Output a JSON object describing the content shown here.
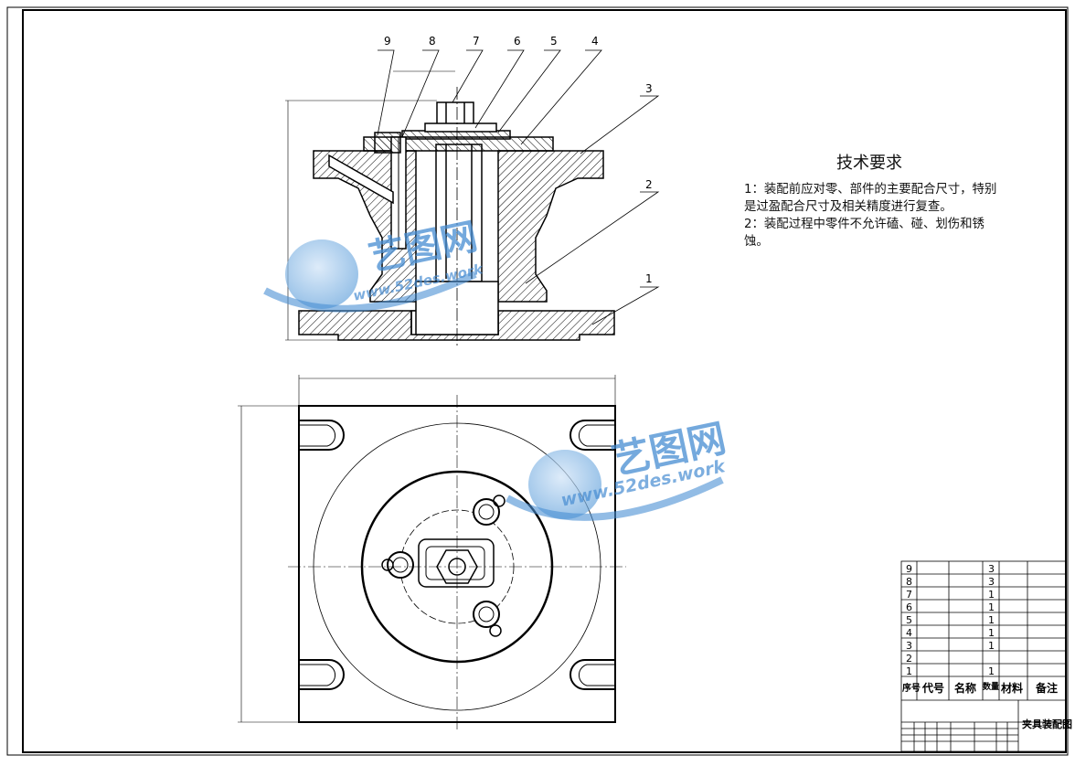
{
  "technical_requirements": {
    "title": "技术要求",
    "lines": [
      "1：装配前应对零、部件的主要配合尺寸，特别",
      "是过盈配合尺寸及相关精度进行复查。",
      "2：装配过程中零件不允许磕、碰、划伤和锈",
      "蚀。"
    ]
  },
  "balloons": [
    "9",
    "8",
    "7",
    "6",
    "5",
    "4",
    "3",
    "2",
    "1"
  ],
  "watermarks": {
    "top": {
      "cn": "艺图网",
      "en": "www.52des.work"
    },
    "middle": {
      "cn": "艺图网",
      "en": "www.52des.work"
    }
  },
  "bom": {
    "row_numbers": [
      "9",
      "8",
      "7",
      "6",
      "5",
      "4",
      "3",
      "2",
      "1"
    ],
    "quantities": [
      "3",
      "3",
      "1",
      "1",
      "1",
      "1",
      "1",
      "",
      "1"
    ],
    "headers": {
      "seq": "序号",
      "code": "代号",
      "name": "名称",
      "qty": "数量",
      "material": "材料",
      "remark": "备注"
    }
  },
  "title_block": {
    "drawing_name": "夹具装配图"
  },
  "colors": {
    "line": "#000000",
    "watermark": "#4a8fd4",
    "hatch": "#000000"
  }
}
